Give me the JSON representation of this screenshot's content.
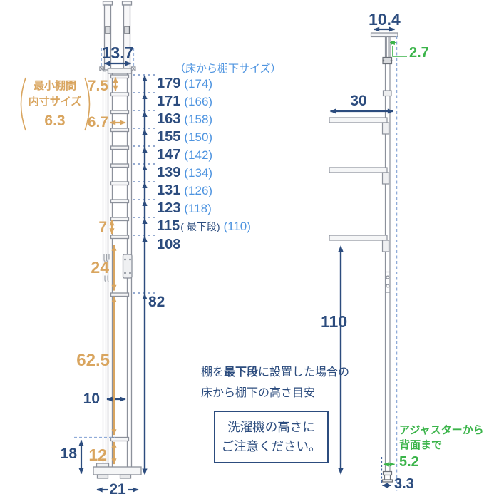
{
  "colors": {
    "navy": "#2C4C7E",
    "light_blue": "#4E94E0",
    "orange": "#D9A55F",
    "green": "#3BB44A"
  },
  "left_figure": {
    "width_top": "13.7",
    "header": "（床から棚下サイズ）",
    "min_gap": {
      "line1": "最小棚間",
      "line2": "内寸サイズ",
      "value": "6.3"
    },
    "rows": [
      {
        "main": "179",
        "sub": "(174)"
      },
      {
        "main": "171",
        "sub": "(166)"
      },
      {
        "main": "163",
        "sub": "(158)"
      },
      {
        "main": "155",
        "sub": "(150)"
      },
      {
        "main": "147",
        "sub": "(142)"
      },
      {
        "main": "139",
        "sub": "(134)"
      },
      {
        "main": "131",
        "sub": "(126)"
      },
      {
        "main": "123",
        "sub": "(118)"
      },
      {
        "main": "115",
        "mid": "( 最下段)",
        "sub": "(110)"
      },
      {
        "main": "108",
        "sub": ""
      }
    ],
    "dims": {
      "top_gap": "7.5",
      "inner_width": "6.7",
      "bottom_gap": "7",
      "joint_section": "24",
      "lower_section": "62.5",
      "base_gap": "12",
      "pole_width": "10",
      "base_height": "18",
      "base_depth": "21",
      "height_82": "82"
    }
  },
  "note": {
    "part1": "棚を",
    "part2": "最下段",
    "part3": "に設置した場合の",
    "line2": "床から棚下の高さ目安"
  },
  "warning": {
    "line1": "洗濯機の高さに",
    "line2": "ご注意ください。"
  },
  "right_figure": {
    "top_width": "10.4",
    "offset_back": "2.7",
    "shelf_depth": "30",
    "height_110": "110",
    "adjuster_note1": "アジャスターから",
    "adjuster_note2": "背面まで",
    "adjuster_depth": "5.2",
    "foot_depth": "3.3"
  }
}
